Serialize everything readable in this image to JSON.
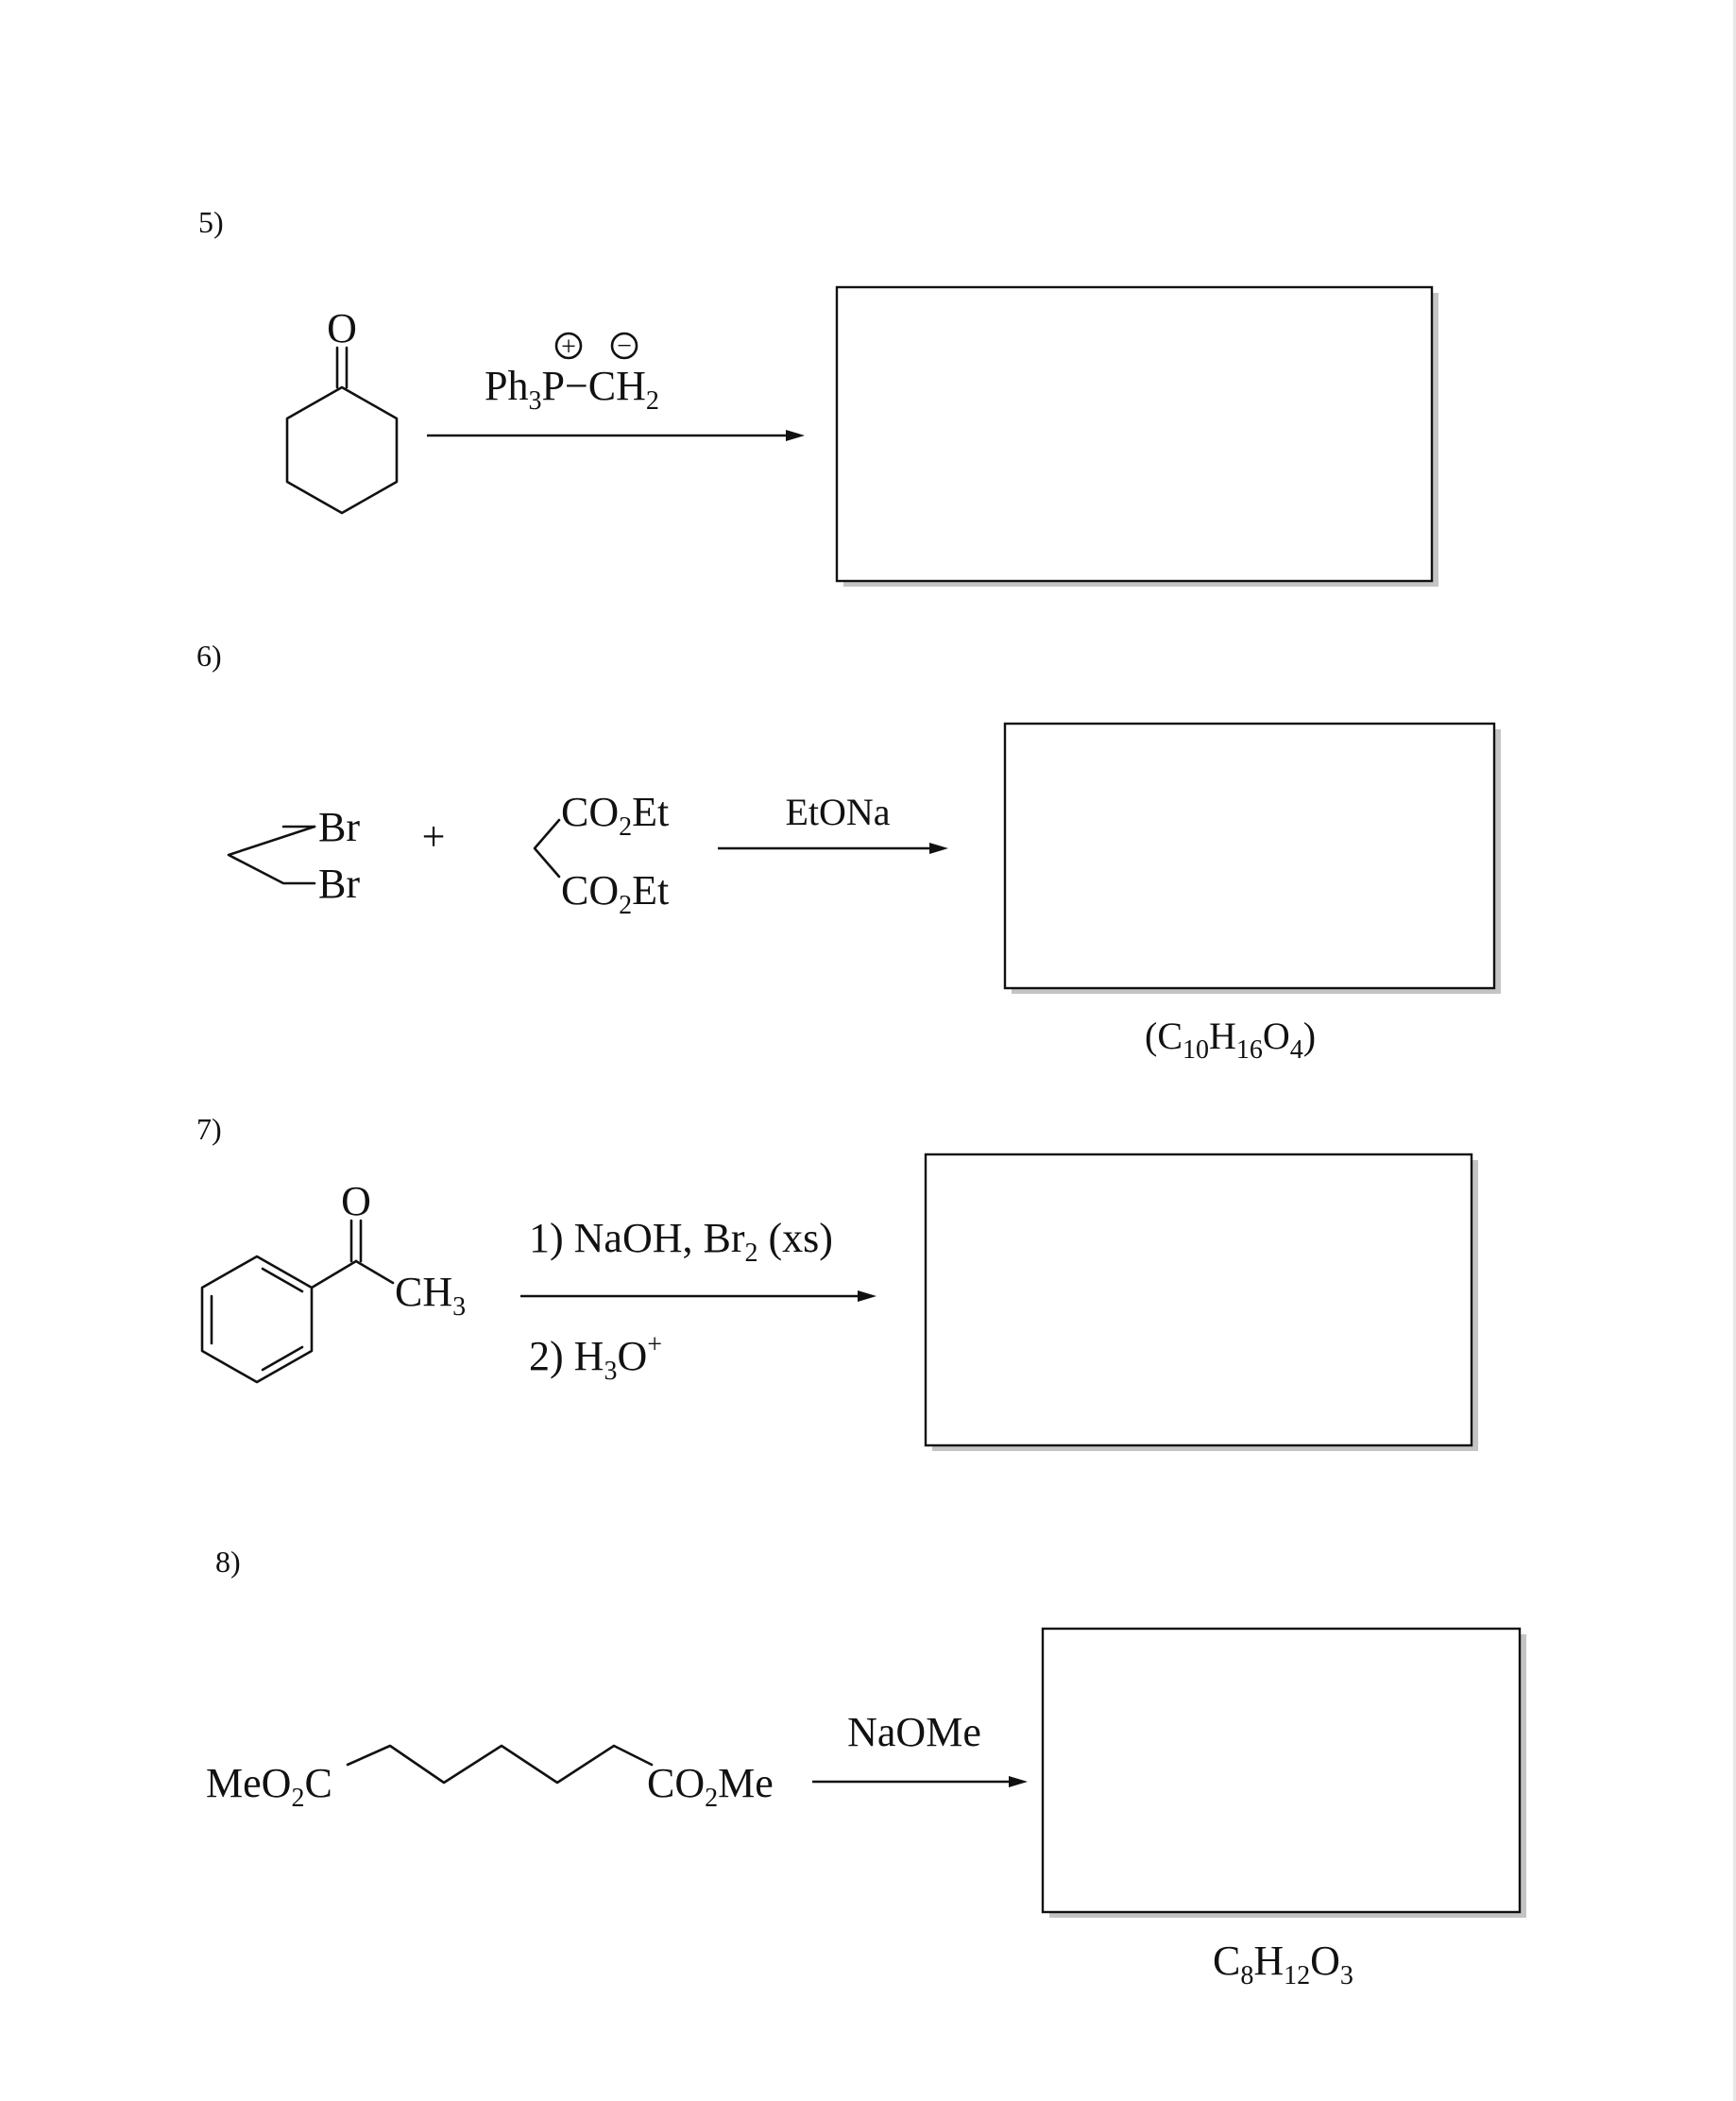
{
  "problems": [
    {
      "number": "5)",
      "reagent": {
        "main": "Ph",
        "sub3": "3",
        "p": "P",
        "dash": "−",
        "c": "CH",
        "sub2": "2",
        "plus": "+",
        "minus": "−"
      },
      "reactant_o": "O"
    },
    {
      "number": "6)",
      "reactant": {
        "br1": "Br",
        "br2": "Br"
      },
      "plus": "+",
      "ester": {
        "top": "CO",
        "top_sub": "2",
        "top_tail": "Et",
        "bot": "CO",
        "bot_sub": "2",
        "bot_tail": "Et"
      },
      "reagent": "EtONa",
      "formula": {
        "open": "(C",
        "s1": "10",
        "h": "H",
        "s2": "16",
        "o": "O",
        "s3": "4",
        "close": ")"
      }
    },
    {
      "number": "7)",
      "reactant": {
        "o": "O",
        "ch": "CH",
        "ch_sub": "3"
      },
      "step1": {
        "text": "1) NaOH, Br",
        "sub": "2",
        "tail": " (xs)"
      },
      "step2": {
        "text": "2) H",
        "sub": "3",
        "o": "O",
        "sup": "+"
      }
    },
    {
      "number": "8)",
      "reactant": {
        "left": "MeO",
        "left_sub": "2",
        "left_tail": "C",
        "right": "CO",
        "right_sub": "2",
        "right_tail": "Me"
      },
      "reagent": "NaOMe",
      "formula": {
        "c": "C",
        "s1": "8",
        "h": "H",
        "s2": "12",
        "o": "O",
        "s3": "3"
      }
    }
  ]
}
